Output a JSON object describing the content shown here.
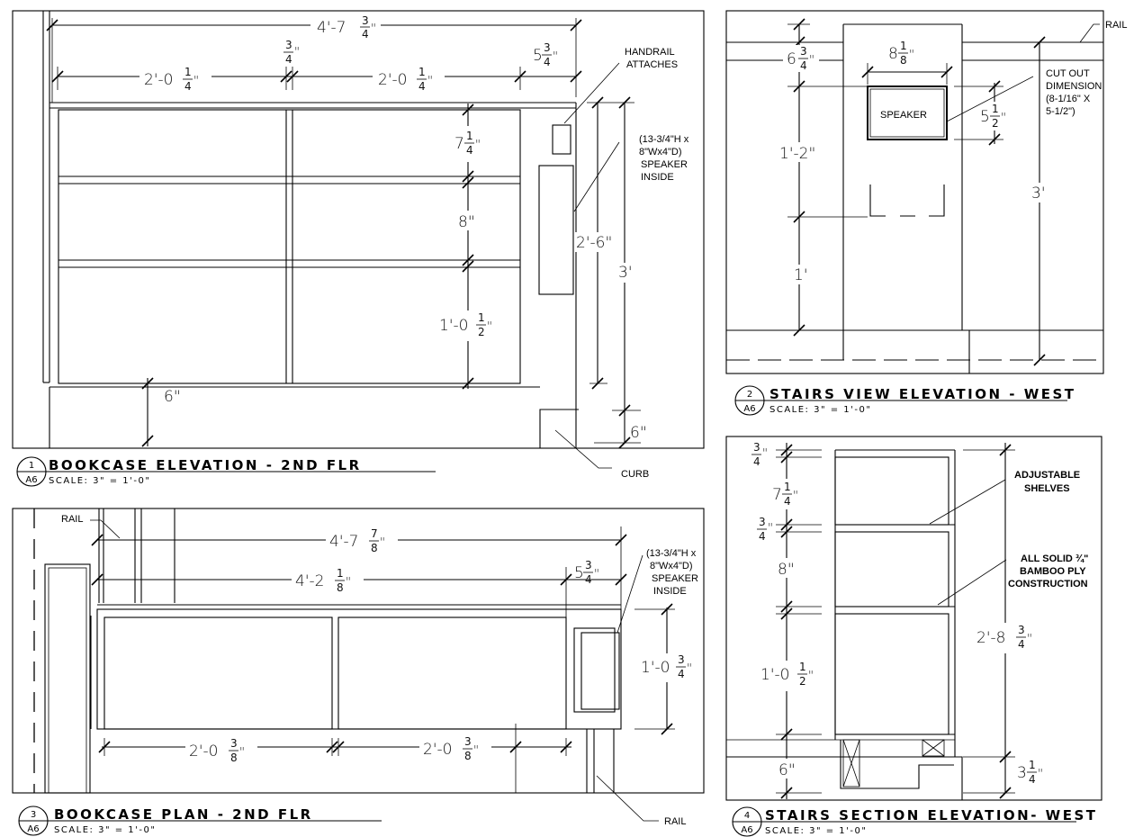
{
  "views": [
    {
      "number": "1",
      "sheet": "A6",
      "title": "BOOKCASE ELEVATION - 2ND FLR",
      "scale": "SCALE: 3\" = 1'-0\"",
      "dims": {
        "overall": "4'-7",
        "overall_frac": [
          "3",
          "4"
        ],
        "overall_unit": "\"",
        "left": "2'-0",
        "left_frac": [
          "1",
          "4"
        ],
        "left_unit": "\"",
        "center": [
          "3",
          "4"
        ],
        "center_unit": "\"",
        "right": "2'-0",
        "right_frac": [
          "1",
          "4"
        ],
        "right_unit": "\"",
        "end": "5",
        "end_frac": [
          "3",
          "4"
        ],
        "end_unit": "\"",
        "shelf_top": "7",
        "shelf_top_frac": [
          "1",
          "4"
        ],
        "shelf_top_unit": "\"",
        "shelf_mid": "8\"",
        "shelf_bot": "1'-0",
        "shelf_bot_frac": [
          "1",
          "2"
        ],
        "shelf_bot_unit": "\"",
        "toe": "6\"",
        "speaker_height": "2'-6\"",
        "total_height": "3'",
        "curb_height": "6\""
      },
      "notes": {
        "handrail": [
          "HANDRAIL",
          "ATTACHES"
        ],
        "speaker": [
          "(13-3/4\"H x",
          "8\"Wx4\"D)",
          "SPEAKER",
          "INSIDE"
        ],
        "curb": "CURB"
      }
    },
    {
      "number": "2",
      "sheet": "A6",
      "title": "STAIRS VIEW ELEVATION - WEST",
      "scale": "SCALE: 3\" = 1'-0\"",
      "dims": {
        "rail_offset": "6",
        "rail_offset_frac": [
          "3",
          "4"
        ],
        "rail_offset_unit": "\"",
        "cut_width": "8",
        "cut_width_frac": [
          "1",
          "8"
        ],
        "cut_width_unit": "\"",
        "cut_height": "5",
        "cut_height_frac": [
          "1",
          "2"
        ],
        "cut_height_unit": "\"",
        "upper": "1'-2\"",
        "lower": "1'",
        "total": "3'"
      },
      "notes": {
        "rail": "RAIL",
        "speaker": "SPEAKER",
        "cutout": [
          "CUT OUT",
          "DIMENSION",
          "(8-1/16\" X",
          "5-1/2\")"
        ]
      }
    },
    {
      "number": "3",
      "sheet": "A6",
      "title": "BOOKCASE PLAN - 2ND FLR",
      "scale": "SCALE: 3\" = 1'-0\"",
      "dims": {
        "overall": "4'-7",
        "overall_frac": [
          "7",
          "8"
        ],
        "overall_unit": "\"",
        "inner": "4'-2",
        "inner_frac": [
          "1",
          "8"
        ],
        "inner_unit": "\"",
        "end": "5",
        "end_frac": [
          "3",
          "4"
        ],
        "end_unit": "\"",
        "depth": "1'-0",
        "depth_frac": [
          "3",
          "4"
        ],
        "depth_unit": "\"",
        "left": "2'-0",
        "left_frac": [
          "3",
          "8"
        ],
        "left_unit": "\"",
        "right": "2'-0",
        "right_frac": [
          "3",
          "8"
        ],
        "right_unit": "\""
      },
      "notes": {
        "rail_top": "RAIL",
        "speaker": [
          "(13-3/4\"H x",
          "8\"Wx4\"D)",
          "SPEAKER",
          "INSIDE"
        ],
        "rail_bottom": "RAIL"
      }
    },
    {
      "number": "4",
      "sheet": "A6",
      "title": "STAIRS SECTION ELEVATION- WEST",
      "scale": "SCALE: 3\" = 1'-0\"",
      "dims": {
        "top_ply": [
          "3",
          "4"
        ],
        "top_ply_unit": "\"",
        "shelf_top": "7",
        "shelf_top_frac": [
          "1",
          "4"
        ],
        "shelf_top_unit": "\"",
        "mid_ply": [
          "3",
          "4"
        ],
        "mid_ply_unit": "\"",
        "shelf_mid": "8\"",
        "shelf_bot": "1'-0",
        "shelf_bot_frac": [
          "1",
          "2"
        ],
        "shelf_bot_unit": "\"",
        "toe": "6\"",
        "total": "2'-8",
        "total_frac": [
          "3",
          "4"
        ],
        "total_unit": "\"",
        "step": "3",
        "step_frac": [
          "1",
          "4"
        ],
        "step_unit": "\""
      },
      "notes": {
        "shelves": [
          "ADJUSTABLE",
          "SHELVES"
        ],
        "construction": [
          "ALL SOLID ¾\"",
          "BAMBOO PLY",
          "CONSTRUCTION"
        ]
      }
    }
  ]
}
